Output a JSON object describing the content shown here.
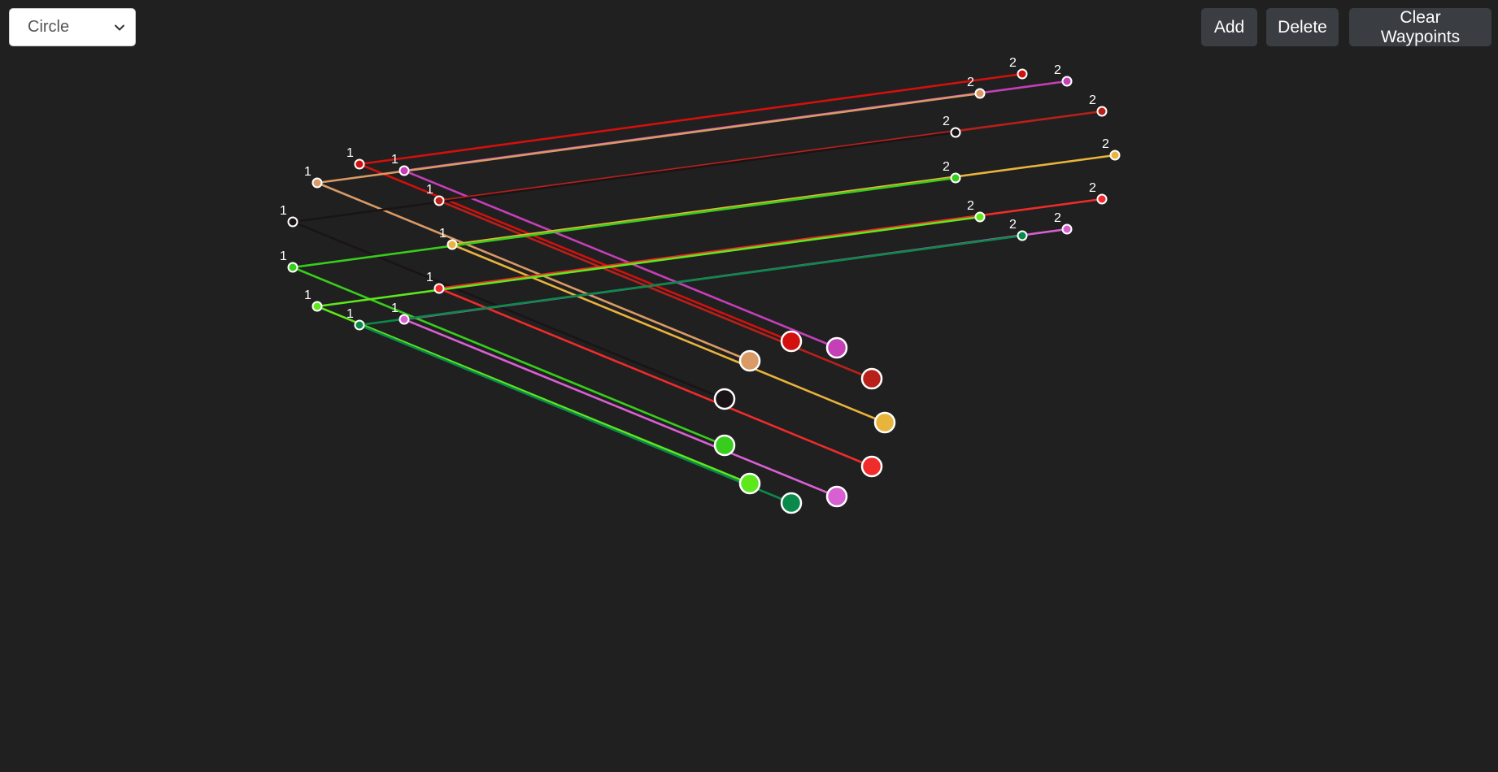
{
  "shape_select": {
    "value": "Circle",
    "icon": "chevron-down-icon"
  },
  "toolbar": {
    "add_label": "Add",
    "delete_label": "Delete",
    "clear_label": "Clear Waypoints"
  },
  "canvas": {
    "background": "#202020",
    "paths": [
      {
        "color": "#d2100d",
        "wp1_label": "1",
        "wp2_label": "2"
      },
      {
        "color": "#c53fb7",
        "wp1_label": "1",
        "wp2_label": "2"
      },
      {
        "color": "#b8201a",
        "wp1_label": "1",
        "wp2_label": "2"
      },
      {
        "color": "#d99a66",
        "wp1_label": "1",
        "wp2_label": "2"
      },
      {
        "color": "#e9b43c",
        "wp1_label": "1",
        "wp2_label": "2"
      },
      {
        "color": "#1a1417",
        "wp1_label": "1",
        "wp2_label": "2"
      },
      {
        "color": "#38cc1c",
        "wp1_label": "1",
        "wp2_label": "2"
      },
      {
        "color": "#ef2b2b",
        "wp1_label": "1",
        "wp2_label": "2"
      },
      {
        "color": "#5ee81c",
        "wp1_label": "1",
        "wp2_label": "2"
      },
      {
        "color": "#d860d3",
        "wp1_label": "1",
        "wp2_label": "2"
      },
      {
        "color": "#0a8a4a",
        "wp1_label": "1",
        "wp2_label": "2"
      }
    ]
  }
}
